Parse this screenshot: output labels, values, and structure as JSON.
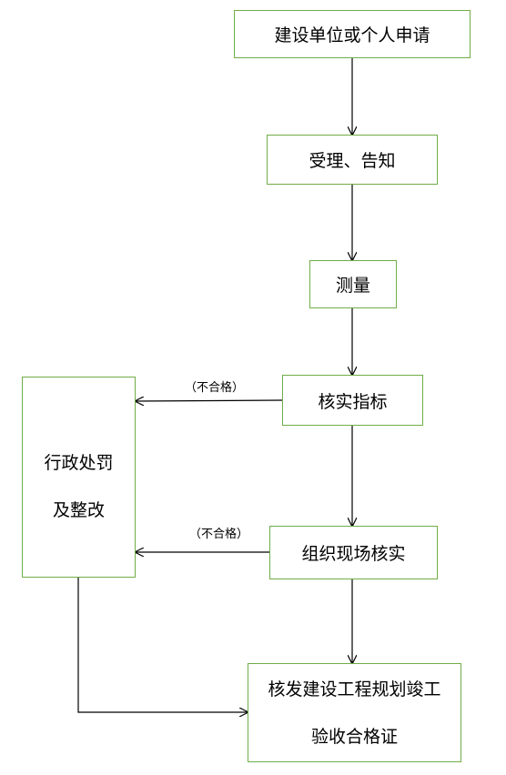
{
  "nodes": {
    "apply": "建设单位或个人申请",
    "accept": "受理、告知",
    "survey": "测量",
    "verify_index": "核实指标",
    "penalty_line1": "行政处罚",
    "penalty_line2": "及整改",
    "site_check": "组织现场核实",
    "certificate_line1": "核发建设工程规划竣工",
    "certificate_line2": "验收合格证"
  },
  "edge_labels": {
    "fail_1": "（不合格）",
    "fail_2": "（不合格）"
  },
  "colors": {
    "node_border": "#70ad47",
    "arrow": "#000000"
  }
}
